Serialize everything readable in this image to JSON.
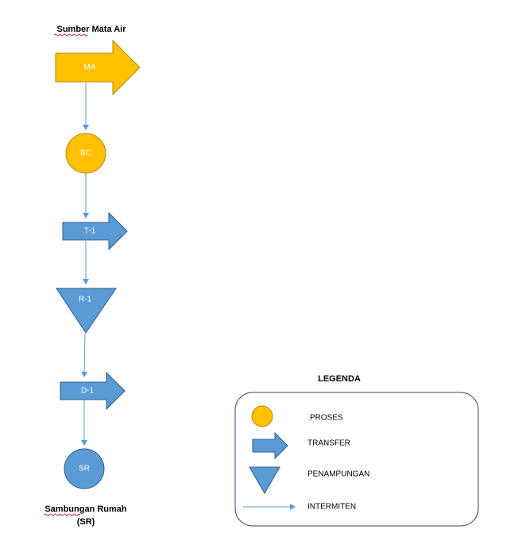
{
  "diagram": {
    "source_label": "Sumber Mata Air",
    "nodes": {
      "ma": "MA",
      "bc": "BC",
      "t1": "T-1",
      "r1": "R-1",
      "d1": "D-1",
      "sr": "SR"
    },
    "end_label_line1": "Sambungan Rumah",
    "end_label_line2": "(SR)"
  },
  "legend": {
    "title": "LEGENDA",
    "items": [
      {
        "shape": "circle",
        "label": "PROSES"
      },
      {
        "shape": "arrow",
        "label": "TRANSFER"
      },
      {
        "shape": "triangle",
        "label": "PENAMPUNGAN"
      },
      {
        "shape": "line-arrow",
        "label": "INTERMITEN"
      }
    ]
  },
  "colors": {
    "gold": "#FFC000",
    "gold_stroke": "#B8860B",
    "blue": "#5B9BD5",
    "blue_stroke": "#2E5C8A",
    "connector": "#5B9BD5",
    "legend_border": "#2E4A6B"
  }
}
